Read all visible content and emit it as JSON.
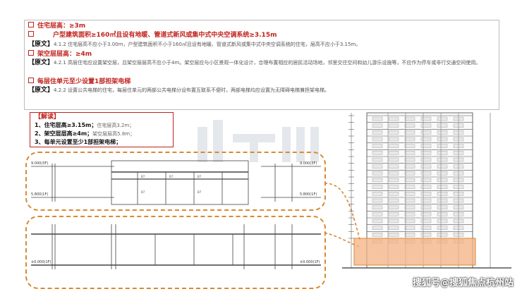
{
  "requirements": [
    {
      "title": "住宅层高：≥3m"
    },
    {
      "subtitle": "户型建筑面积≥160㎡且设有地暖、管道式新风或集中式中央空调系统≥3.15m"
    },
    {
      "tag": "【原文】",
      "text": "4.1.2 住宅层高不应小于3.00m，户型建筑面积不小于160㎡且设有地暖、管道式新风或集中式中央空调系统的住宅，层高不应小于3.15m。"
    },
    {
      "title": "架空层层高：≥4m"
    },
    {
      "tag": "【原文】",
      "text": "4.2.1 高层住宅应设置架空层，且架空层层高不应小于4m。架空层应与小区景观一体化设计，合理布置相应的居民活动场地，邻里交往空间和幼儿游乐设施等，不应作为停车或非行交通空间使用。"
    },
    {
      "title": "每层住单元至少设置1部担架电梯"
    },
    {
      "tag": "【原文】",
      "text": "4.2.2 设置公共电梯的住宅，每层住单元的两部公共电梯分设布置互联系不便时，两部电梯均应设置为无障碍电梯兼担架电梯。"
    }
  ],
  "answer": {
    "header": "【解读】",
    "items": [
      {
        "main": "1、住宅层高≥3.15m；",
        "note": "住宅层高3.2m；"
      },
      {
        "main": "2、架空层层高≥4m；",
        "note": "架空层层高5.8m；"
      },
      {
        "main": "3、每单元设置至少1部担架电梯；",
        "note": ""
      }
    ]
  },
  "drawing": {
    "elev_labels": [
      "9.000(3F)",
      "5.800(1F)",
      "9.000(3F)",
      "5.800(1F)",
      "±0.000(1F)",
      "±0.000(1F)"
    ],
    "room_labels": [
      "B7",
      "B7",
      "B7",
      "B7",
      "B7"
    ]
  },
  "brand": "搜狐号@搜狐焦点杭州站"
}
